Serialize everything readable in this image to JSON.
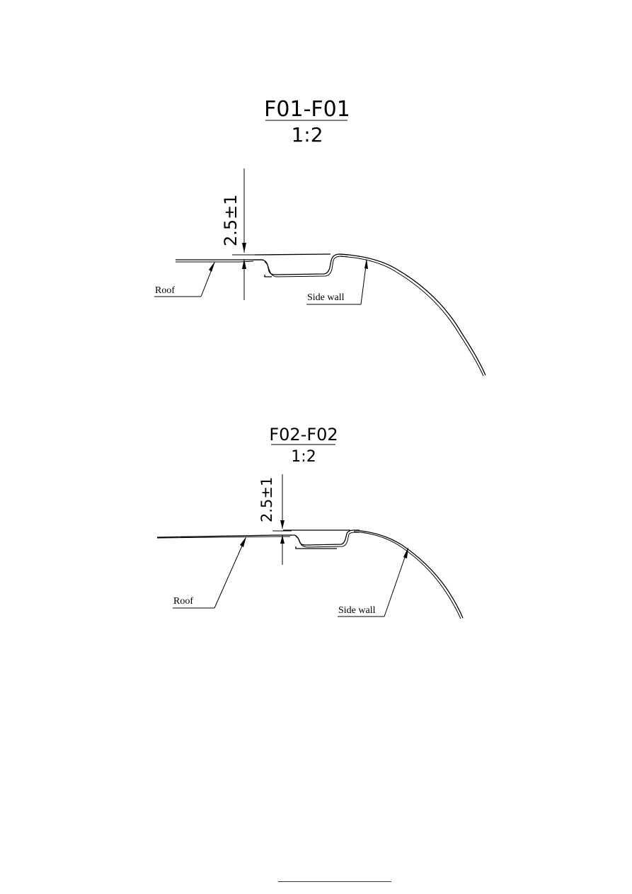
{
  "sections": [
    {
      "title": "F01-F01",
      "scale": "1:2",
      "dimension": "2.5±1",
      "label_left": "Roof",
      "label_right": "Side wall"
    },
    {
      "title": "F02-F02",
      "scale": "1:2",
      "dimension": "2.5±1",
      "label_left": "Roof",
      "label_right": "Side wall"
    }
  ],
  "colors": {
    "line": "#000000",
    "footer_link": "#1a1aff"
  }
}
